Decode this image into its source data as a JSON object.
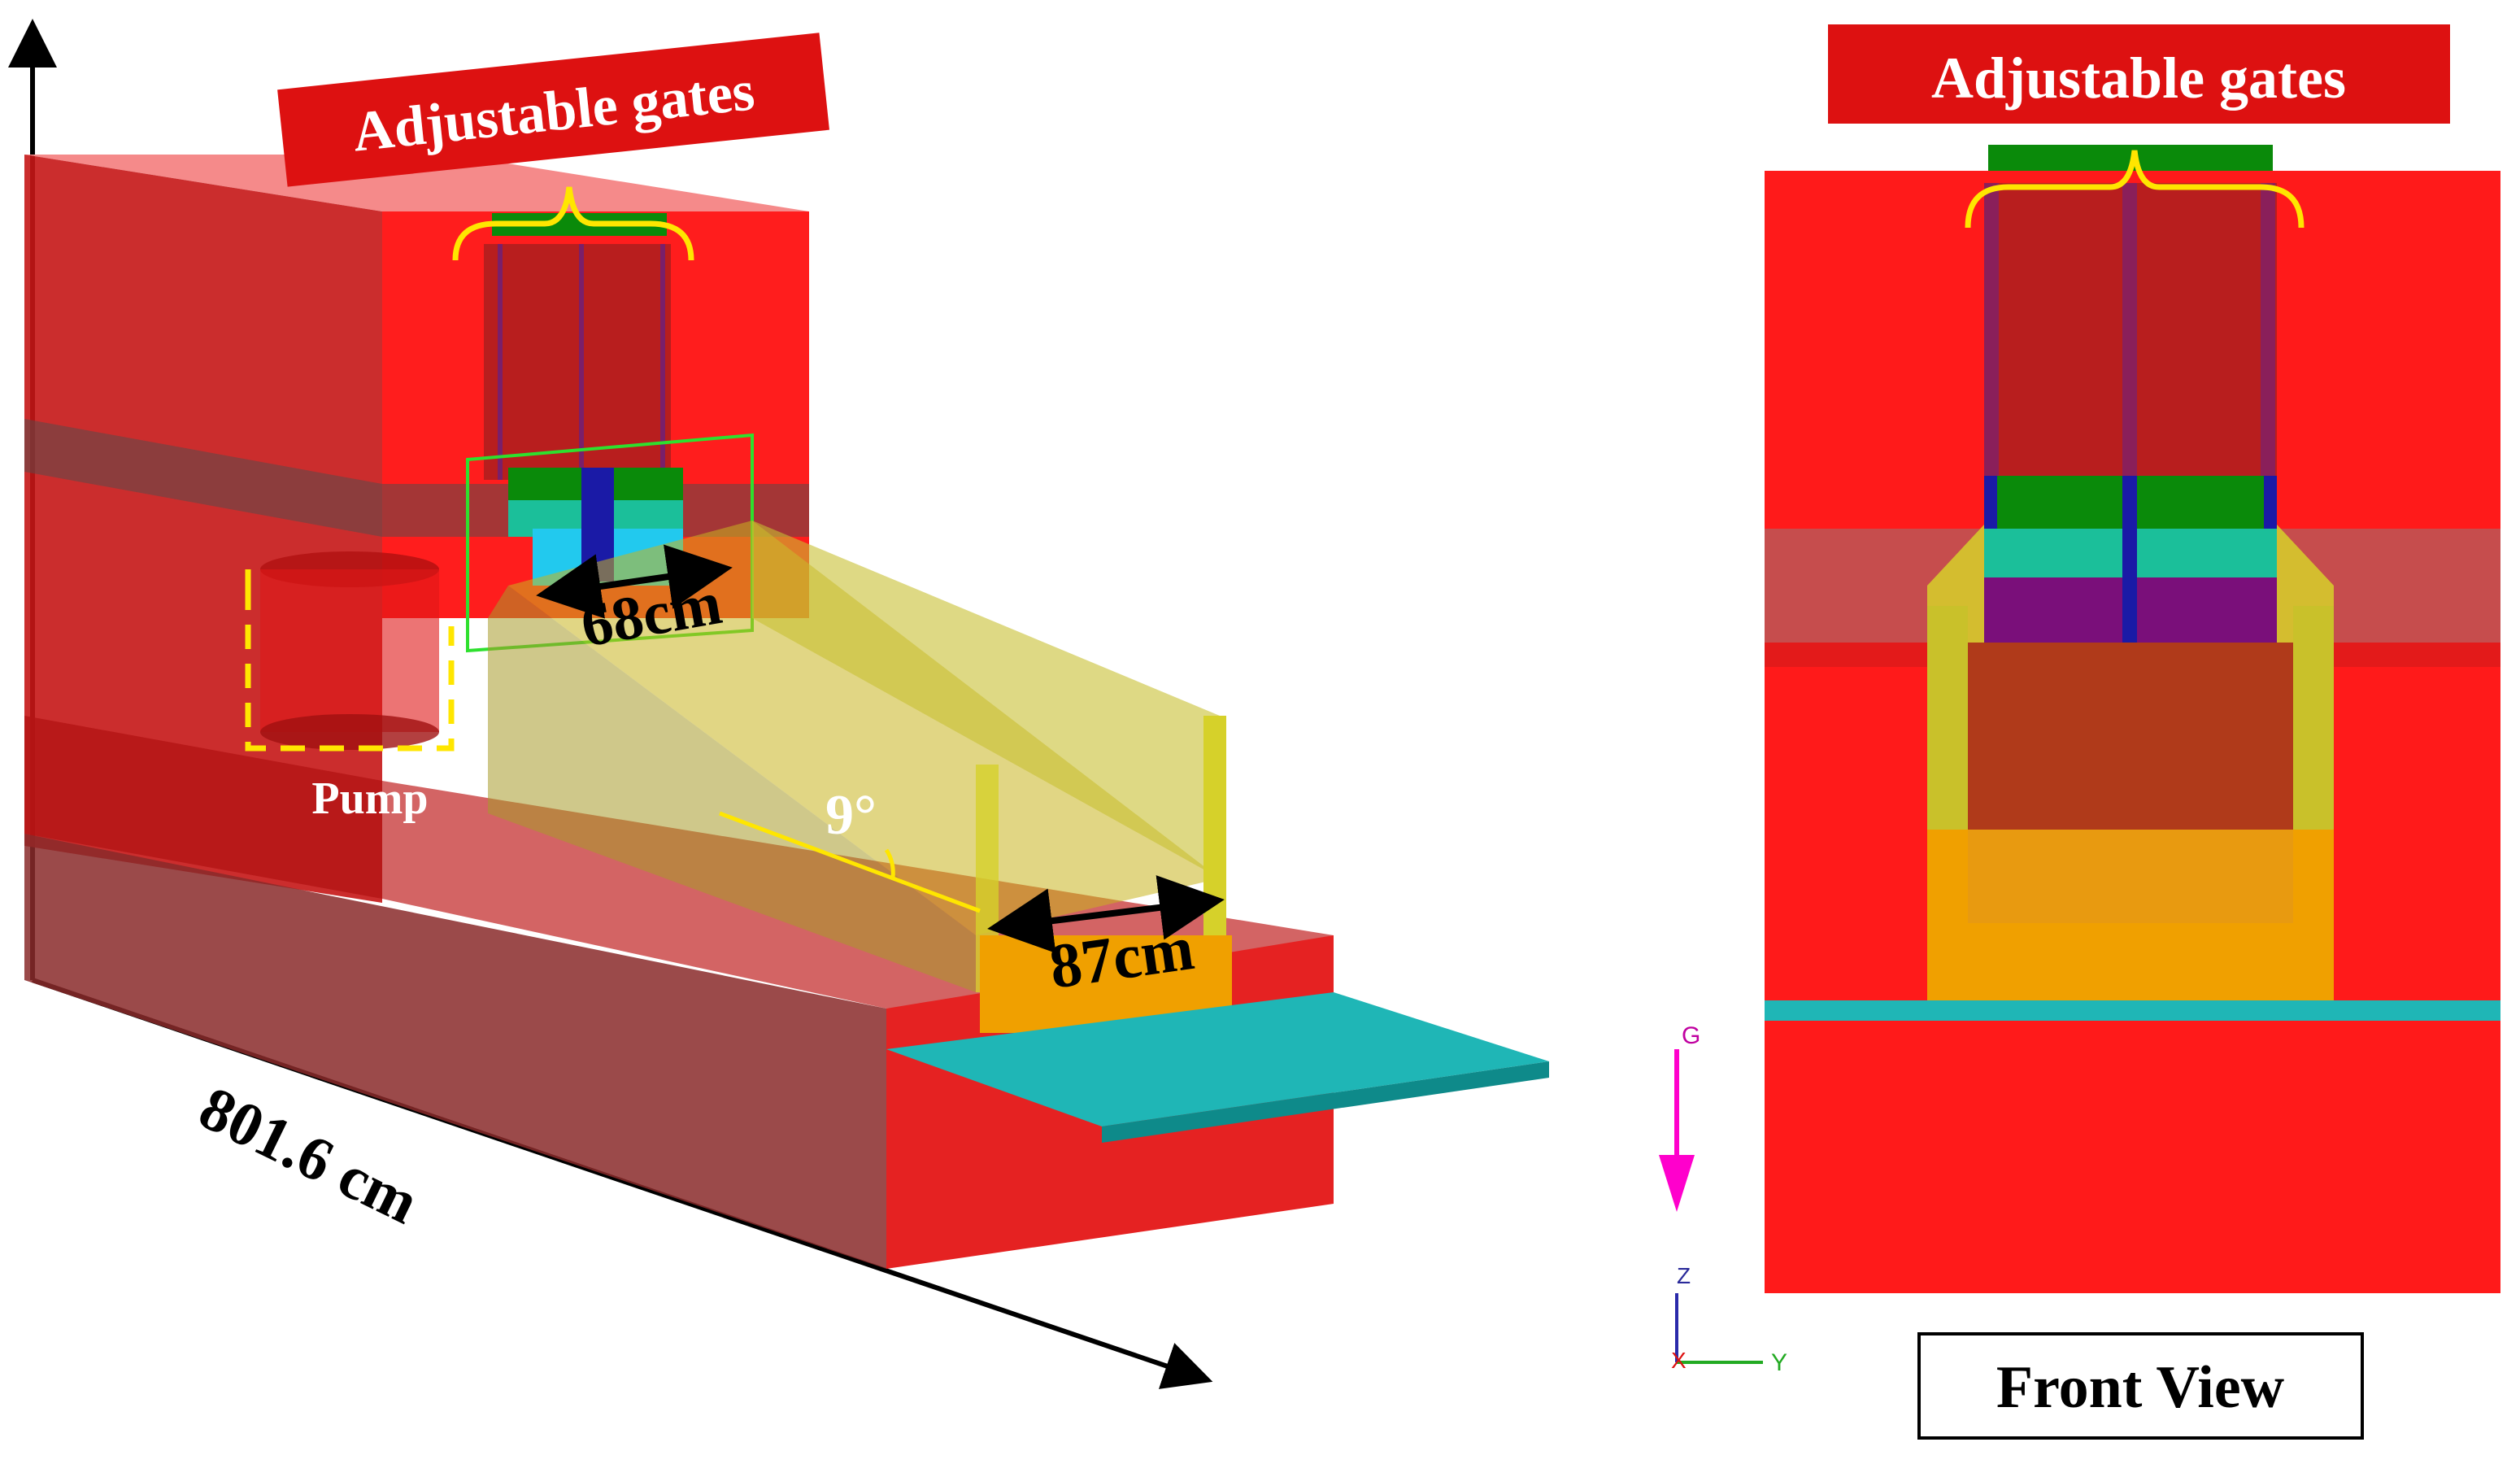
{
  "left_view": {
    "gates_label": "Adjustable gates",
    "pump_label": "Pump",
    "width_top_label": "68cm",
    "width_bottom_label": "87cm",
    "angle_label": "9°",
    "length_label": "801.6 cm"
  },
  "front_view": {
    "gates_label": "Adjustable gates",
    "caption": "Front View"
  },
  "axis_triad": {
    "gravity_label": "G",
    "z_label": "Z",
    "x_label": "X",
    "y_label": "Y"
  },
  "colors": {
    "tank_red": "#ff1a1a",
    "label_red": "#dd1111",
    "gate_green": "#0a8a0a",
    "gate_teal": "#1bbf9a",
    "gate_purple": "#7a0f7a",
    "gate_blue": "#1a1aa6",
    "channel_yellow": "#d6d12a",
    "channel_orange": "#f0a000",
    "bed_cyan": "#1fb6b6",
    "bracket_yellow": "#ffe600",
    "gravity_magenta": "#ff00cc"
  }
}
